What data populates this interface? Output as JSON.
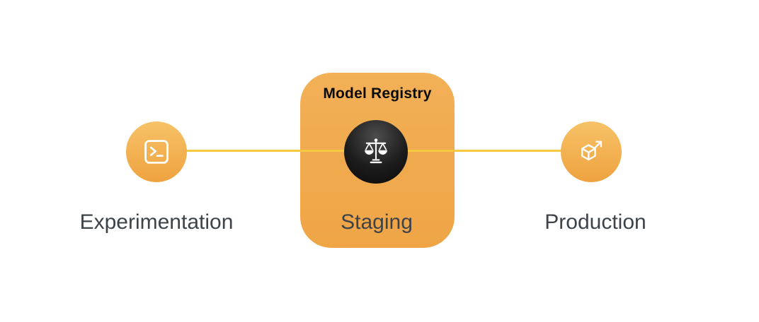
{
  "diagram": {
    "registry": {
      "title": "Model Registry"
    },
    "nodes": [
      {
        "id": "experimentation",
        "label": "Experimentation",
        "icon": "terminal-icon"
      },
      {
        "id": "staging",
        "label": "Staging",
        "icon": "scales-icon"
      },
      {
        "id": "production",
        "label": "Production",
        "icon": "cube-arrow-icon"
      }
    ],
    "colors": {
      "node_orange_top": "#F7C267",
      "node_orange_bottom": "#EEA23F",
      "registry_card": "#F0A94E",
      "connector": "#F8C841",
      "icon_disc": "#141414",
      "icon_glyph": "#FFFFFF",
      "label_text": "#3E4349",
      "registry_title_text": "#0B0B0B",
      "background": "#FFFFFF"
    }
  }
}
